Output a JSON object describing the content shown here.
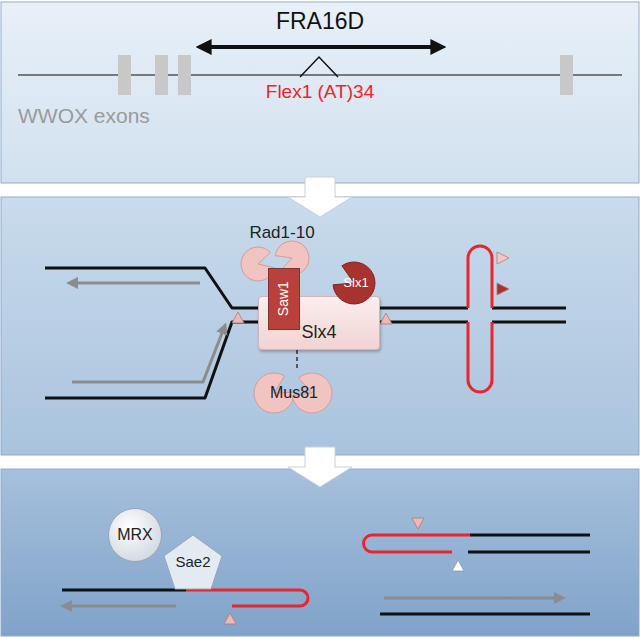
{
  "diagram": {
    "nodes": [
      {
        "text": [
          "Slx4"
        ]
      },
      {
        "text": [
          "Saw1"
        ]
      },
      {
        "text": [
          "Rad1-10"
        ]
      },
      {
        "text": [
          "Slx1"
        ]
      },
      {
        "text": [
          "Mus81"
        ]
      },
      {
        "text": [
          "MRX"
        ]
      },
      {
        "text": [
          "Sae2"
        ]
      }
    ],
    "edges": [
      {
        "from": 0,
        "to": 4,
        "arrow": "none"
      }
    ],
    "labels": [
      "FRA16D",
      "WWOX exons",
      "Flex1 (AT)34"
    ]
  }
}
